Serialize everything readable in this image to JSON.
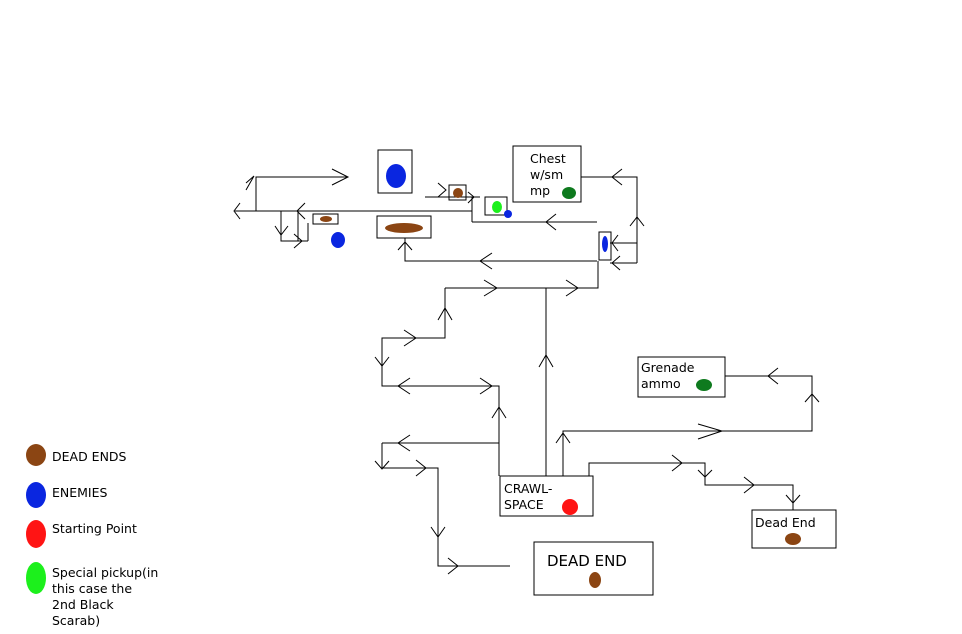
{
  "colors": {
    "dead_end": "#8b4513",
    "enemy": "#0a26e0",
    "start": "#ff1414",
    "special": "#1cf01c",
    "pickup": "#0e7a1e"
  },
  "rooms": {
    "chest": "Chest\nw/sm\nmp",
    "grenade": "Grenade\nammo",
    "crawlspace": "CRAWL-\nSPACE",
    "dead_end_big": "DEAD END",
    "dead_end_small": "Dead End"
  },
  "legend": {
    "dead_ends": "DEAD ENDS",
    "enemies": "ENEMIES",
    "start": "Starting Point",
    "special": "Special pickup(in\nthis case the\n2nd Black\nScarab)"
  }
}
